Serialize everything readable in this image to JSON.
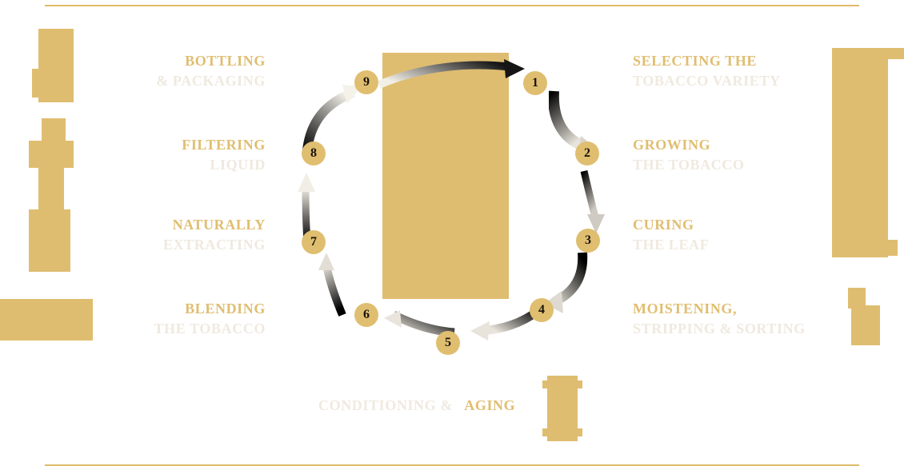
{
  "theme": {
    "gold": "#E0BE70",
    "cream": "#EFE9DF",
    "rule": "#DDBB6B",
    "badge_text": "#16120C",
    "background": "#FFFFFF"
  },
  "diagram": {
    "title_bottom": {
      "white_part": "CONDITIONING &",
      "gold_part": "AGING"
    },
    "steps": [
      {
        "number": "1",
        "line1": "SELECTING THE",
        "line2": "TOBACCO VARIETY",
        "side": "right"
      },
      {
        "number": "2",
        "line1": "GROWING",
        "line2": "THE TOBACCO",
        "side": "right"
      },
      {
        "number": "3",
        "line1": "CURING",
        "line2": "THE LEAF",
        "side": "right"
      },
      {
        "number": "4",
        "line1": "MOISTENING,",
        "line2": "STRIPPING & SORTING",
        "side": "right"
      },
      {
        "number": "5",
        "line1": "CONDITIONING &",
        "line2": "AGING",
        "side": "bottom"
      },
      {
        "number": "6",
        "line1": "BLENDING",
        "line2": "THE TOBACCO",
        "side": "left"
      },
      {
        "number": "7",
        "line1": "NATURALLY",
        "line2": "EXTRACTING",
        "side": "left"
      },
      {
        "number": "8",
        "line1": "FILTERING",
        "line2": "LIQUID",
        "side": "left"
      },
      {
        "number": "9",
        "line1": "BOTTLING",
        "line2": "& PACKAGING",
        "side": "left"
      }
    ]
  }
}
